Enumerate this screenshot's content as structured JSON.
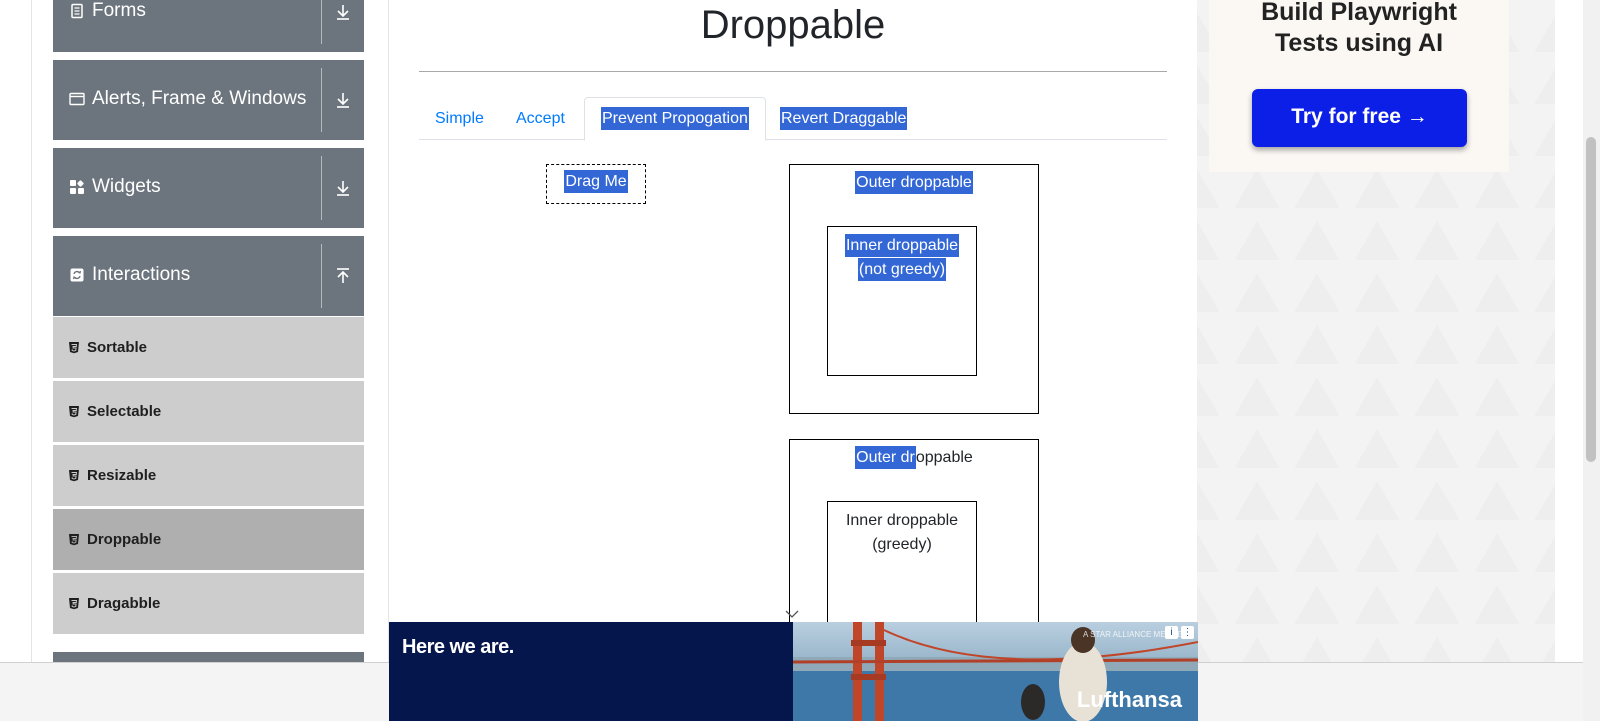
{
  "sidebar": {
    "groups": [
      {
        "label": "Forms",
        "toggle_icon": "download-arrow-icon"
      },
      {
        "label": "Alerts, Frame & Windows",
        "toggle_icon": "download-arrow-icon"
      },
      {
        "label": "Widgets",
        "toggle_icon": "download-arrow-icon"
      },
      {
        "label": "Interactions",
        "toggle_icon": "upload-arrow-icon"
      }
    ],
    "items": [
      {
        "label": "Sortable"
      },
      {
        "label": "Selectable"
      },
      {
        "label": "Resizable"
      },
      {
        "label": "Droppable",
        "active": true
      },
      {
        "label": "Dragabble"
      }
    ]
  },
  "main": {
    "title": "Droppable",
    "tabs": [
      {
        "label": "Simple"
      },
      {
        "label": "Accept"
      },
      {
        "label": "Prevent Propogation",
        "active": true
      },
      {
        "label": "Revert Draggable"
      }
    ],
    "drag_box": "Drag Me",
    "not_greedy": {
      "outer": "Outer droppable",
      "inner_line1": "Inner droppable",
      "inner_line2": "(not greedy)"
    },
    "greedy": {
      "outer_selected": "Outer dr",
      "outer_rest": "oppable",
      "inner_line1": "Inner droppable",
      "inner_line2": "(greedy)"
    }
  },
  "ad": {
    "headline_line1": "Build Playwright",
    "headline_line2": "Tests using AI",
    "button": "Try for free →"
  },
  "banner": {
    "tagline": "Here we are.",
    "brand": "Lufthansa",
    "small_text": "A STAR ALLIANCE MEMBER",
    "info_icon": "i"
  },
  "colors": {
    "sidebar_group": "#6c757d",
    "menu_item": "#cdcdcd",
    "menu_item_active": "#afafaf",
    "tab_link": "#007bff",
    "selection": "#3367d6",
    "ad_button": "#0c1fe6",
    "banner_dark": "#05164d"
  }
}
